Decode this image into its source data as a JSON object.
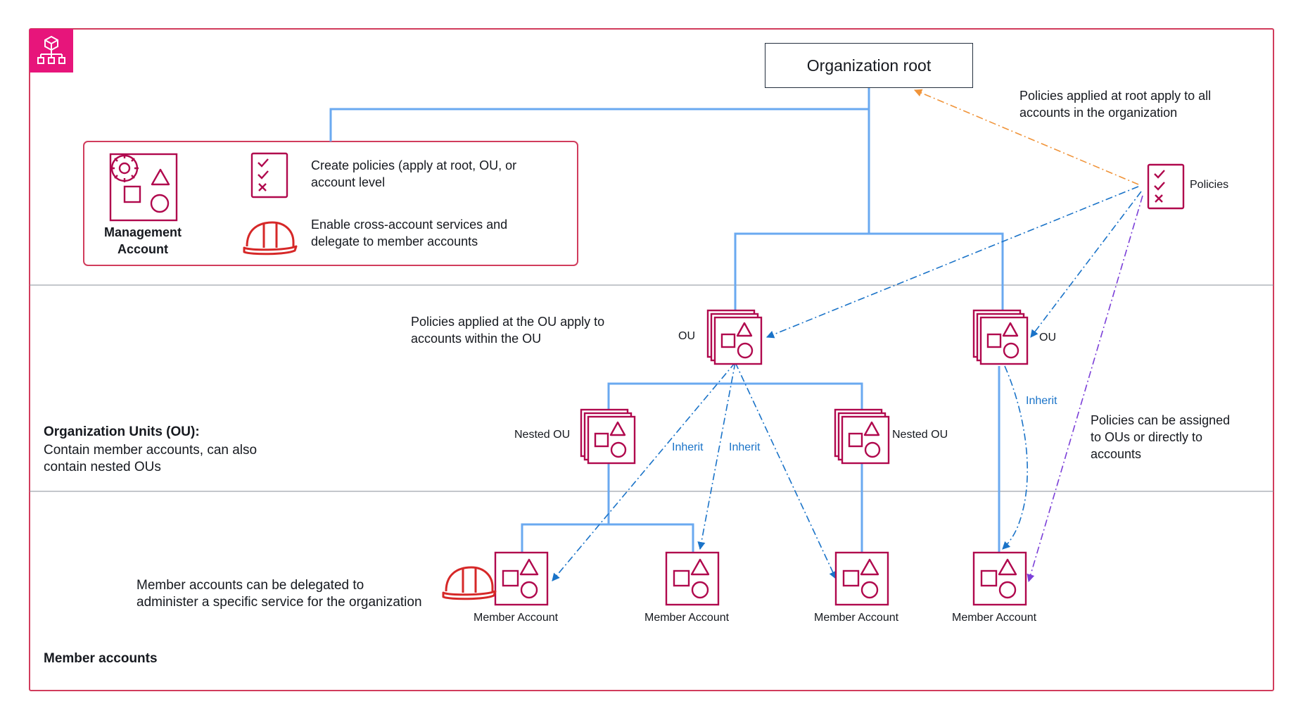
{
  "root": {
    "label": "Organization root"
  },
  "management": {
    "label_line1": "Management",
    "label_line2": "Account",
    "item1_line1": "Create policies (apply at root, OU, or",
    "item1_line2": "account level",
    "item2_line1": "Enable cross-account services and",
    "item2_line2": "delegate to member accounts"
  },
  "notes": {
    "root_policies_line1": "Policies applied at root apply to all",
    "root_policies_line2": "accounts in the organization",
    "policies_label": "Policies",
    "ou_policies_line1": "Policies applied at the OU apply to",
    "ou_policies_line2": "accounts within the OU",
    "assign_line1": "Policies can be assigned",
    "assign_line2": "to OUs or directly to",
    "assign_line3": "accounts",
    "delegate_line1": "Member accounts can be delegated to",
    "delegate_line2": "administer a specific service for the organization"
  },
  "sections": {
    "ou_title": "Organization Units (OU):",
    "ou_desc_line1": "Contain member accounts, can also",
    "ou_desc_line2": "contain nested OUs",
    "members_title": "Member accounts"
  },
  "nodes": {
    "ou_left": "OU",
    "ou_right": "OU",
    "nested_left": "Nested OU",
    "nested_right": "Nested OU",
    "member1": "Member Account",
    "member2": "Member Account",
    "member3": "Member Account",
    "member4": "Member Account"
  },
  "edges": {
    "inherit1": "Inherit",
    "inherit2": "Inherit",
    "inherit3": "Inherit"
  },
  "colors": {
    "frame": "#d13c5c",
    "icon": "#b0084d",
    "tree_line": "#6aa9f0",
    "blue_dash": "#1a73c8",
    "orange_dash": "#f0943a",
    "purple_dash": "#7b3fd8",
    "helmet": "#d62828",
    "badge": "#e7157b"
  }
}
